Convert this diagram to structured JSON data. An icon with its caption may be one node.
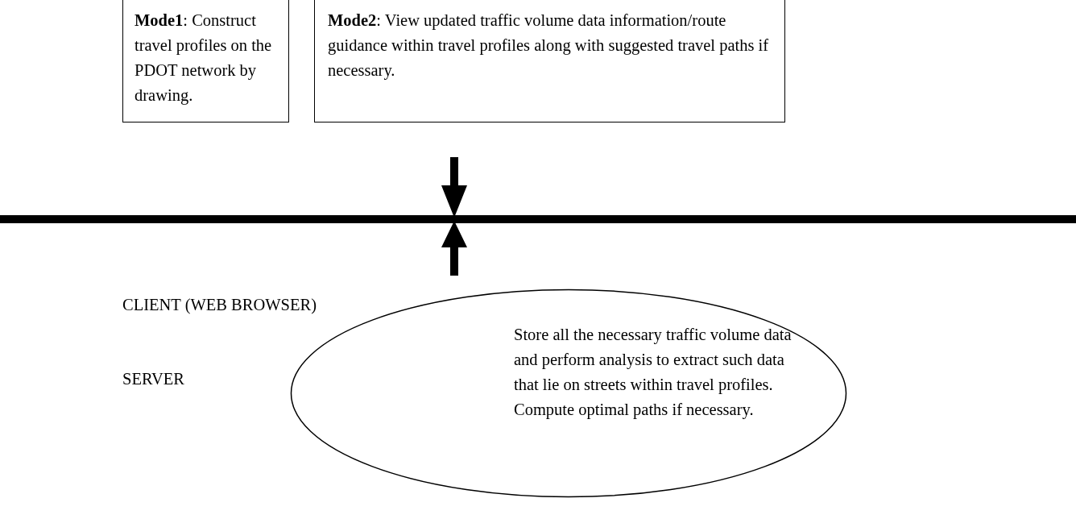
{
  "diagram": {
    "nodes": [
      {
        "text": [
          "**Mode1**: Construct travel profiles on the PDOT network by drawing."
        ]
      },
      {
        "text": [
          "**Mode2**: View updated traffic volume data information/route guidance within travel profiles along with suggested travel paths if necessary."
        ]
      },
      {
        "text": [
          "Store all the necessary traffic volume data and perform analysis to extract such data that lie on streets within travel profiles.  Compute optimal paths if necessary."
        ]
      }
    ],
    "labels": [
      "CLIENT (WEB BROWSER)",
      "SERVER"
    ]
  }
}
